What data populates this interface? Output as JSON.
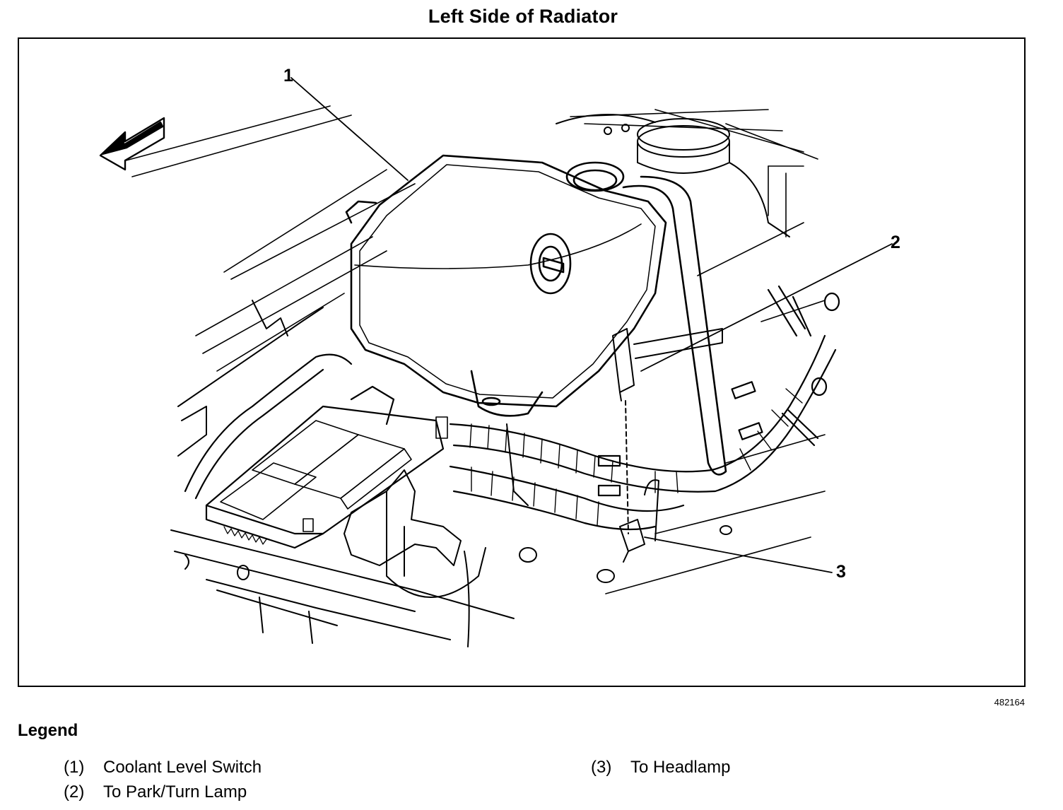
{
  "title": "Left Side of Radiator",
  "figure_number": "482164",
  "callouts": [
    "1",
    "2",
    "3"
  ],
  "legend": {
    "heading": "Legend",
    "items": [
      {
        "num": "(1)",
        "label": "Coolant Level Switch"
      },
      {
        "num": "(2)",
        "label": "To Park/Turn Lamp"
      },
      {
        "num": "(3)",
        "label": "To Headlamp"
      }
    ]
  }
}
